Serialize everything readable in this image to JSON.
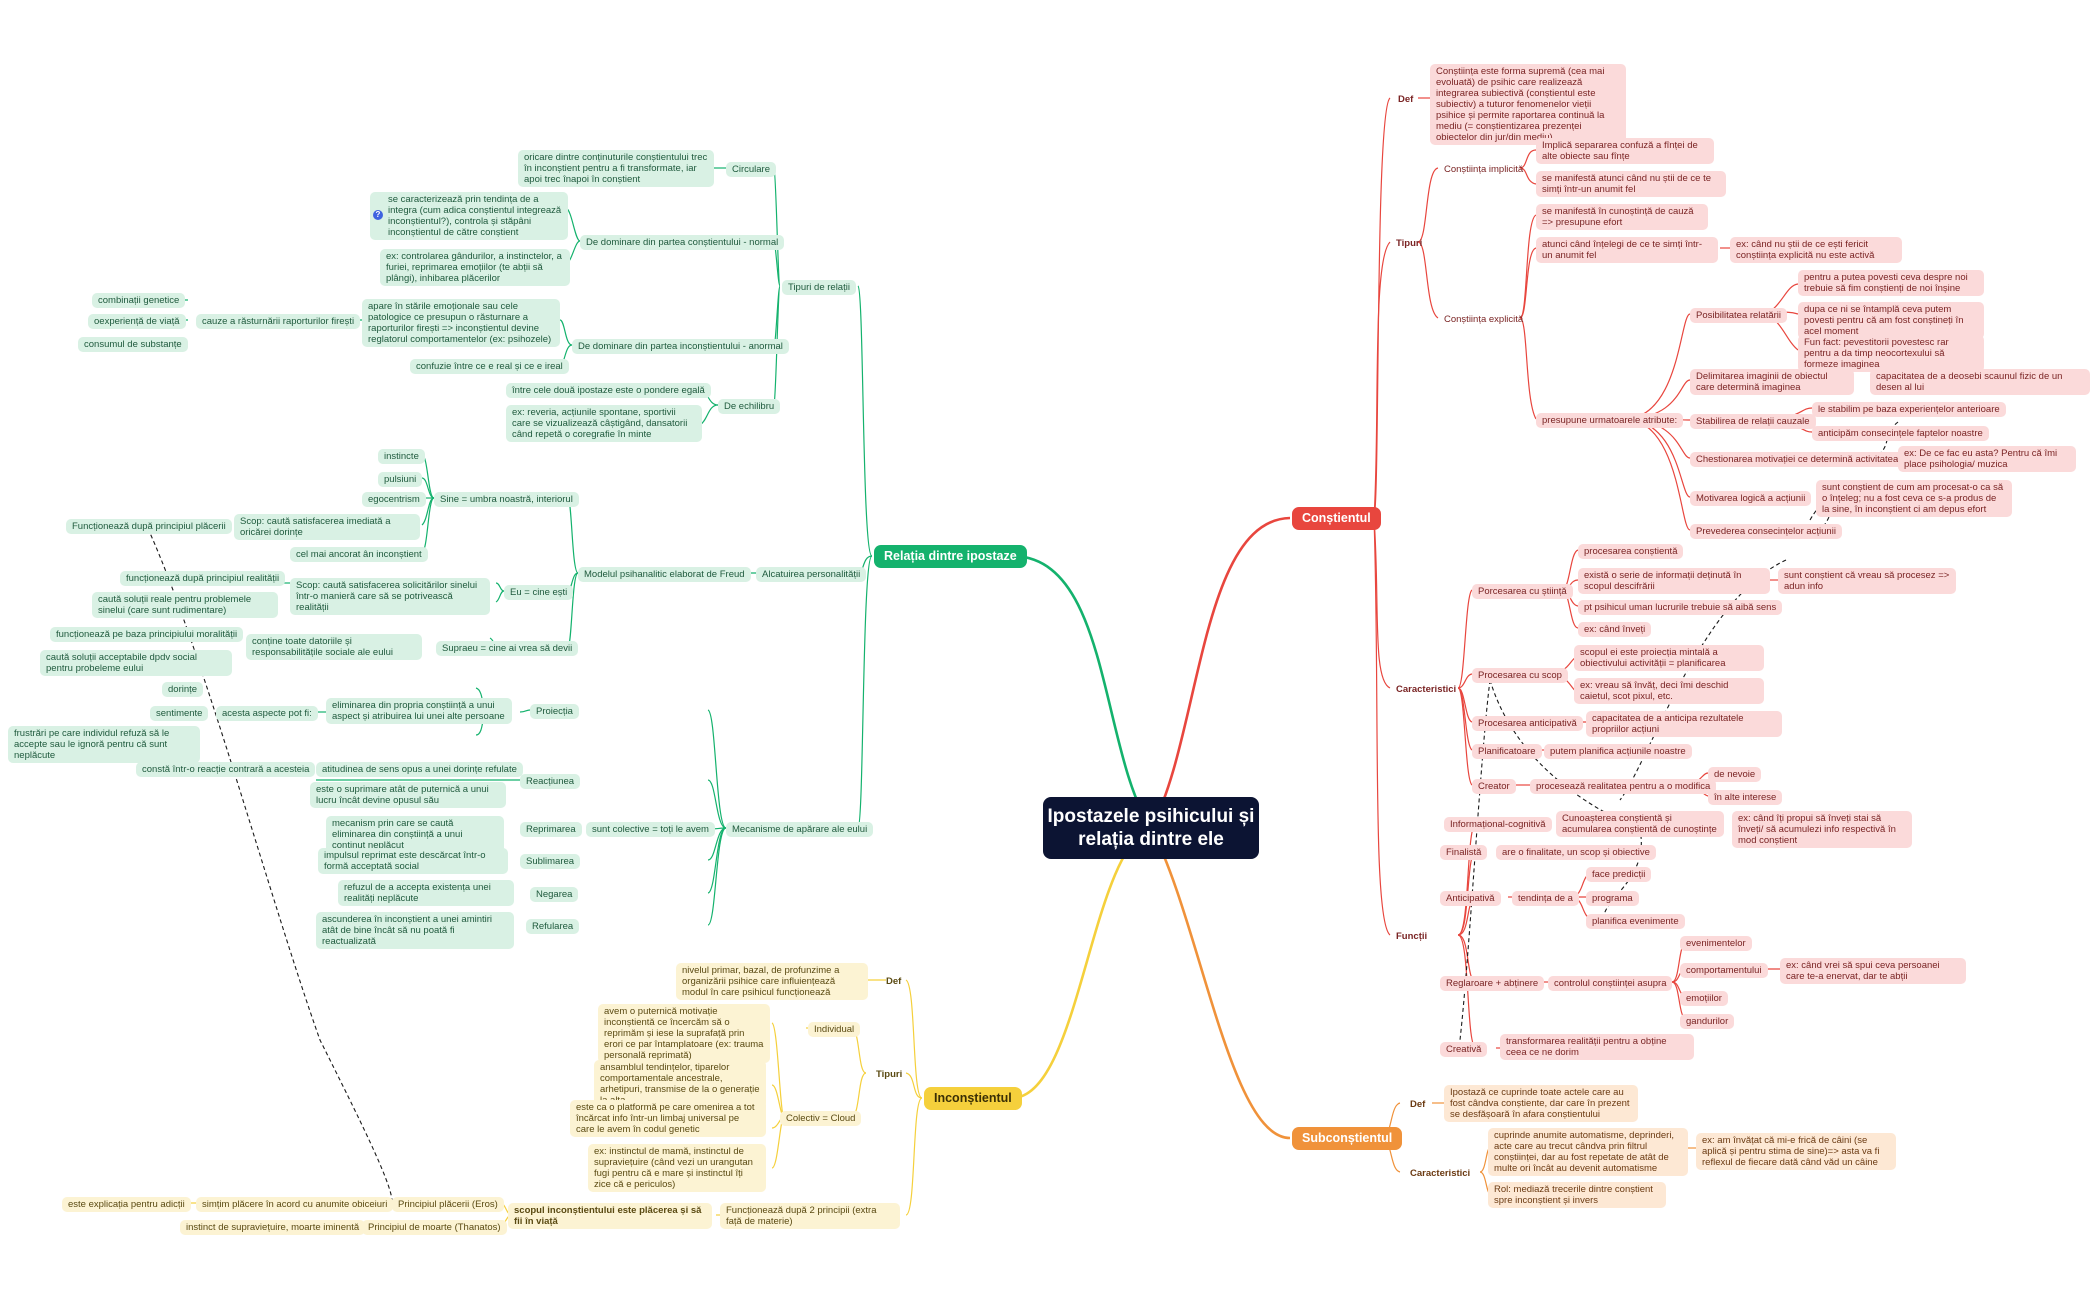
{
  "center": "Ipostazele psihicului și relația dintre ele",
  "main": {
    "constient": "Conștientul",
    "subconstient": "Subconștientul",
    "inconstient": "Inconștientul",
    "relatia": "Relația dintre ipostaze"
  },
  "colors": {
    "center": "#0c1433",
    "constient": "#e8463e",
    "subconstient": "#f0923a",
    "inconstient": "#f5d03c",
    "relatia": "#14b26d",
    "green_bg": "#d9f1e4",
    "red_bg": "#fbdada",
    "orange_bg": "#fde8d4",
    "yellow_bg": "#fcf3d3"
  },
  "c": {
    "def": "Def",
    "def_t": "Conștiința este forma supremă (cea mai evoluată) de psihic care realizează integrarea subiectivă (conștientul este subiectiv) a tuturor fenomenelor vieții psihice și permite raportarea continuă la mediu (= conștientizarea prezenței obiectelor din jur/din mediu).",
    "tipuri": "Tipuri",
    "impl": "Conștiința implicită",
    "impl1": "Implică separarea confuză a fînței de alte obiecte sau fînțe",
    "impl2": "se manifestă atunci când nu știi de ce te simți într-un anumit fel",
    "expl": "Conștiința explicită",
    "expl1": "se manifestă în cunoștință de cauză => presupune efort",
    "expl2": "atunci când înțelegi de ce te simți într-un anumit fel",
    "expl2a": "ex: când nu știi de ce ești fericit conștiința explicită nu este activă",
    "pres": "presupune urmatoarele atribute:",
    "poss": "Posibilitatea relatării",
    "poss1": "pentru a putea povesti ceva despre noi trebuie să fim conștienți de noi înșine",
    "poss2": "dupa ce ni se întamplă ceva putem povesti pentru că am fost conștineți în acel moment",
    "poss3": "Fun fact: pevestitorii povestesc rar pentru a da timp neocortexului să formeze imaginea",
    "delim": "Delimitarea imaginii de obiectul care determină imaginea",
    "delim1": "capacitatea de a deosebi scaunul fizic de un desen al lui",
    "stab": "Stabilirea de relații cauzale",
    "stab1": "le stabilim pe baza experiențelor anterioare",
    "stab2": "anticipăm consecințele faptelor noastre",
    "chest": "Chestionarea motivației ce determină activitatea",
    "chest1": "ex: De ce fac eu asta? Pentru că îmi place psihologia/ muzica",
    "motiv": "Motivarea logică a acțiunii",
    "motiv1": "sunt conștient de cum am procesat-o ca să o înțeleg; nu a fost ceva ce s-a produs de la sine, în inconștient ci am depus efort",
    "prev": "Prevederea consecințelor acțiunii",
    "car": "Caracteristici",
    "proc1": "Porcesarea cu știință",
    "proc1a": "procesarea conștientă",
    "proc1b": "există o serie de informații deținută în scopul descifrării",
    "proc1b1": "sunt conștient că vreau să procesez => adun info",
    "proc1c": "pt psihicul uman lucrurile trebuie să aibă sens",
    "proc1d": "ex: când înveți",
    "proc2": "Procesarea cu scop",
    "proc2a": "scopul ei este proiecția mintală a obiectivului activității = planificarea",
    "proc2b": "ex: vreau să învăț, deci îmi deschid caietul, scot pixul, etc.",
    "proc3": "Procesarea anticipativă",
    "proc3a": "capacitatea de a anticipa rezultatele propriilor acțiuni",
    "plan": "Planificatoare",
    "plan1": "putem planifica acțiunile noastre",
    "creat": "Creator",
    "creat1": "procesează realitatea pentru a o modifica",
    "creat1a": "de nevoie",
    "creat1b": "în alte interese",
    "fct": "Funcții",
    "inf": "Informațional-cognitivă",
    "inf1": "Cunoașterea conștientă și acumularea conștientă de cunoștințe",
    "inf1a": "ex: când îți propui să înveți stai să înveți/ să acumulezi info respectivă în mod conștient",
    "fin": "Finalistă",
    "fin1": "are o finalitate, un scop și obiective",
    "ant": "Anticipativă",
    "ant1": "tendința de a",
    "ant1a": "face predicții",
    "ant1b": "programa",
    "ant1c": "planifica evenimente",
    "reg": "Reglaroare + abținere",
    "reg1": "controlul conștiinței asupra",
    "reg1a": "evenimentelor",
    "reg1b": "comportamentului",
    "reg1b1": "ex: când vrei să spui ceva persoanei care te-a enervat, dar te abții",
    "reg1c": "emoțiilor",
    "reg1d": "gandurilor",
    "cre": "Creativă",
    "cre1": "transformarea realității pentru a obține ceea ce ne dorim"
  },
  "s": {
    "def": "Def",
    "def_t": "Ipostază ce cuprinde toate actele care au fost cândva conștiente, dar care în prezent se desfășoară în afara conștientului",
    "car": "Caracteristici",
    "car1": "cuprinde anumite automatisme, deprinderi, acte care au trecut cândva prin filtrul conștiinței, dar au fost repetate de atât de multe ori încât au devenit automatisme",
    "car1a": "ex: am învățat că mi-e frică de câini (se aplică și pentru stima de sine)=> asta va fi reflexul de fiecare dată când văd un câine",
    "car2": "Rol: mediază trecerile dintre conștient spre inconștient și invers"
  },
  "i": {
    "def": "Def",
    "def_t": "nivelul primar, bazal, de profunzime a organizării psihice care influiențează modul în care psihicul funcționează",
    "tipuri": "Tipuri",
    "ind": "Individual",
    "ind1": "avem o puternică motivație inconștientă ce încercăm să o reprimăm și iese la suprafață prin erori ce par întamplatoare (ex: trauma personală reprimată)",
    "col": "Colectiv = Cloud",
    "col1": "ansamblul tendințelor, tiparelor comportamentale ancestrale, arhetipuri, transmise de la o generație la alta",
    "col2": "este ca o platformă pe care omenirea a tot încărcat info într-un limbaj universal pe care le avem în codul genetic",
    "col3": "ex: instinctul de mamă, instinctul de supraviețuire (când vezi un urangutan fugi pentru că e mare și instinctul îți zice că e periculos)",
    "func": "Funcționează după 2 principii (extra față de materie)",
    "scop": "scopul inconștientului este plăcerea și să fii în viață",
    "pp": "Principiul plăcerii (Eros)",
    "pp1": "simțim plăcere în acord cu anumite obiceiuri",
    "pp1a": "este explicația pentru adicții",
    "pm": "Principiul de moarte (Thanatos)",
    "pm1": "instinct de supraviețuire, moarte iminentă"
  },
  "r": {
    "tip": "Tipuri de relații",
    "circ": "Circulare",
    "circ1": "oricare dintre conținuturile conștientului trec în inconștient pentru a fi transformate, iar apoi trec înapoi în conștient",
    "dc": "De dominare din partea conștientului - normal",
    "dc1": "se caracterizează prin tendința de a integra (cum adica conștientul integrează inconștientul?), controla și stăpâni inconștientul de către conștient",
    "dc2": "ex: controlarea gândurilor, a instinctelor, a furiei, reprimarea emoțiilor (te abții să plângi), inhibarea plăcerilor",
    "di": "De dominare din partea inconștientului - anormal",
    "di1": "apare în stările emoționale sau cele patologice ce presupun o răsturnare a raporturilor firești => inconștientul devine reglatorul comportamentelor (ex: psihozele)",
    "di1a": "cauze a răsturnării raporturilor firești",
    "cz1": "combinații genetice",
    "cz2": "oexperiență de viață",
    "cz3": "consumul de substanțe",
    "di2": "confuzie între ce e real și ce e ireal",
    "ech": "De echilibru",
    "ech1": "între cele două ipostaze este o pondere egală",
    "ech2": "ex: reveria, acțiunile spontane, sportivii care se vizualizează câștigând, dansatorii când repetă o coregrafie în minte",
    "alc": "Alcatuirea personalității",
    "model": "Modelul psihanalitic elaborat de Freud",
    "sine": "Sine = umbra noastră, interiorul",
    "sine1": "instincte",
    "sine2": "pulsiuni",
    "sine3": "egocentrism",
    "sine4": "Scop: caută satisfacerea imediată a oricărei dorințe",
    "sine4a": "Funcționează după principiul plăcerii",
    "sine5": "cel mai ancorat ân inconștient",
    "eu": "Eu = cine ești",
    "eu1": "Scop: caută satisfacerea solicitărilor sinelui într-o manieră care să se potrivească realității",
    "eu1a": "funcționează după principiul realității",
    "eu1b": "caută soluții reale pentru problemele sinelui (care sunt rudimentare)",
    "sup": "Supraeu = cine ai vrea să devii",
    "sup1": "conține toate datoriile și responsabilitățile sociale ale eului",
    "sup1a": "funcționează pe baza principiului moralității",
    "sup1b": "caută soluții acceptabile dpdv social pentru probeleme eului",
    "mec": "Mecanisme de apărare ale eului",
    "mec0": "sunt colective = toți le avem",
    "pro": "Proiecția",
    "pro1": "eliminarea din propria conștiință a unui aspect și atribuirea lui unei alte persoane",
    "pro1a": "acesta aspecte pot fi:",
    "pro1a1": "dorințe",
    "pro1a2": "sentimente",
    "pro1a3": "frustrări pe care individul refuză să le accepte sau le ignoră pentru că sunt neplăcute",
    "rea": "Reacțiunea",
    "rea1": "atitudinea de sens opus a unei dorințe refulate",
    "rea1a": "constă într-o reacție contrară a acesteia",
    "rea2": "este o suprimare atât de puternică a unui lucru încât devine opusul său",
    "rep": "Reprimarea",
    "rep1": "mecanism prin care se caută eliminarea din conștiință a unui conținut neplăcut",
    "sub": "Sublimarea",
    "sub1": "impulsul reprimat este descărcat într-o formă acceptată social",
    "neg": "Negarea",
    "neg1": "refuzul de a accepta existența unei realități neplăcute",
    "ref": "Refularea",
    "ref1": "ascunderea în inconștient a unei amintiri atât de bine încât să nu poată fi reactualizată"
  }
}
